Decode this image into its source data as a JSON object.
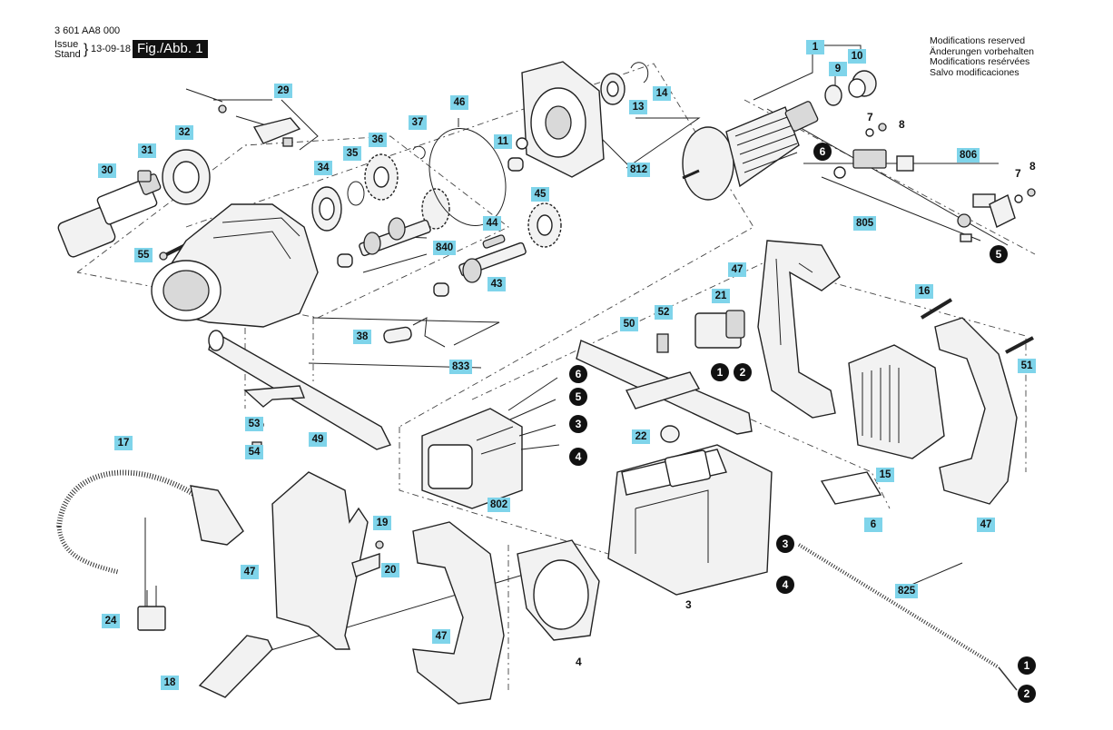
{
  "header": {
    "part_number": "3 601 AA8 000",
    "issue_label": "Issue",
    "stand_label": "Stand",
    "date": "13-09-18",
    "figure": "Fig./Abb. 1"
  },
  "notes": [
    "Modifications reserved",
    "Änderungen vorbehalten",
    "Modifications resérvées",
    "Salvo modificaciones"
  ],
  "callouts": {
    "c1": "1",
    "c3": "3",
    "c4": "4",
    "c6": "6",
    "c7a": "7",
    "c7b": "7",
    "c8a": "8",
    "c8b": "8",
    "c9": "9",
    "c10": "10",
    "c11": "11",
    "c13": "13",
    "c14": "14",
    "c15": "15",
    "c16": "16",
    "c17": "17",
    "c18": "18",
    "c19": "19",
    "c20": "20",
    "c21": "21",
    "c22": "22",
    "c24": "24",
    "c29": "29",
    "c30": "30",
    "c31": "31",
    "c32": "32",
    "c34": "34",
    "c35": "35",
    "c36": "36",
    "c37": "37",
    "c38": "38",
    "c43": "43",
    "c44": "44",
    "c45": "45",
    "c46": "46",
    "c47a": "47",
    "c47b": "47",
    "c47c": "47",
    "c47d": "47",
    "c49": "49",
    "c50": "50",
    "c51": "51",
    "c52": "52",
    "c53": "53",
    "c54": "54",
    "c55": "55",
    "c802": "802",
    "c805": "805",
    "c806": "806",
    "c812": "812",
    "c825": "825",
    "c833": "833",
    "c840": "840"
  },
  "wire_markers": {
    "w6a": "6",
    "w5a": "5",
    "w6b": "6",
    "w5b": "5",
    "w3a": "3",
    "w4a": "4",
    "w1a": "1",
    "w2a": "2",
    "w3b": "3",
    "w4b": "4",
    "w1b": "1",
    "w2b": "2"
  }
}
